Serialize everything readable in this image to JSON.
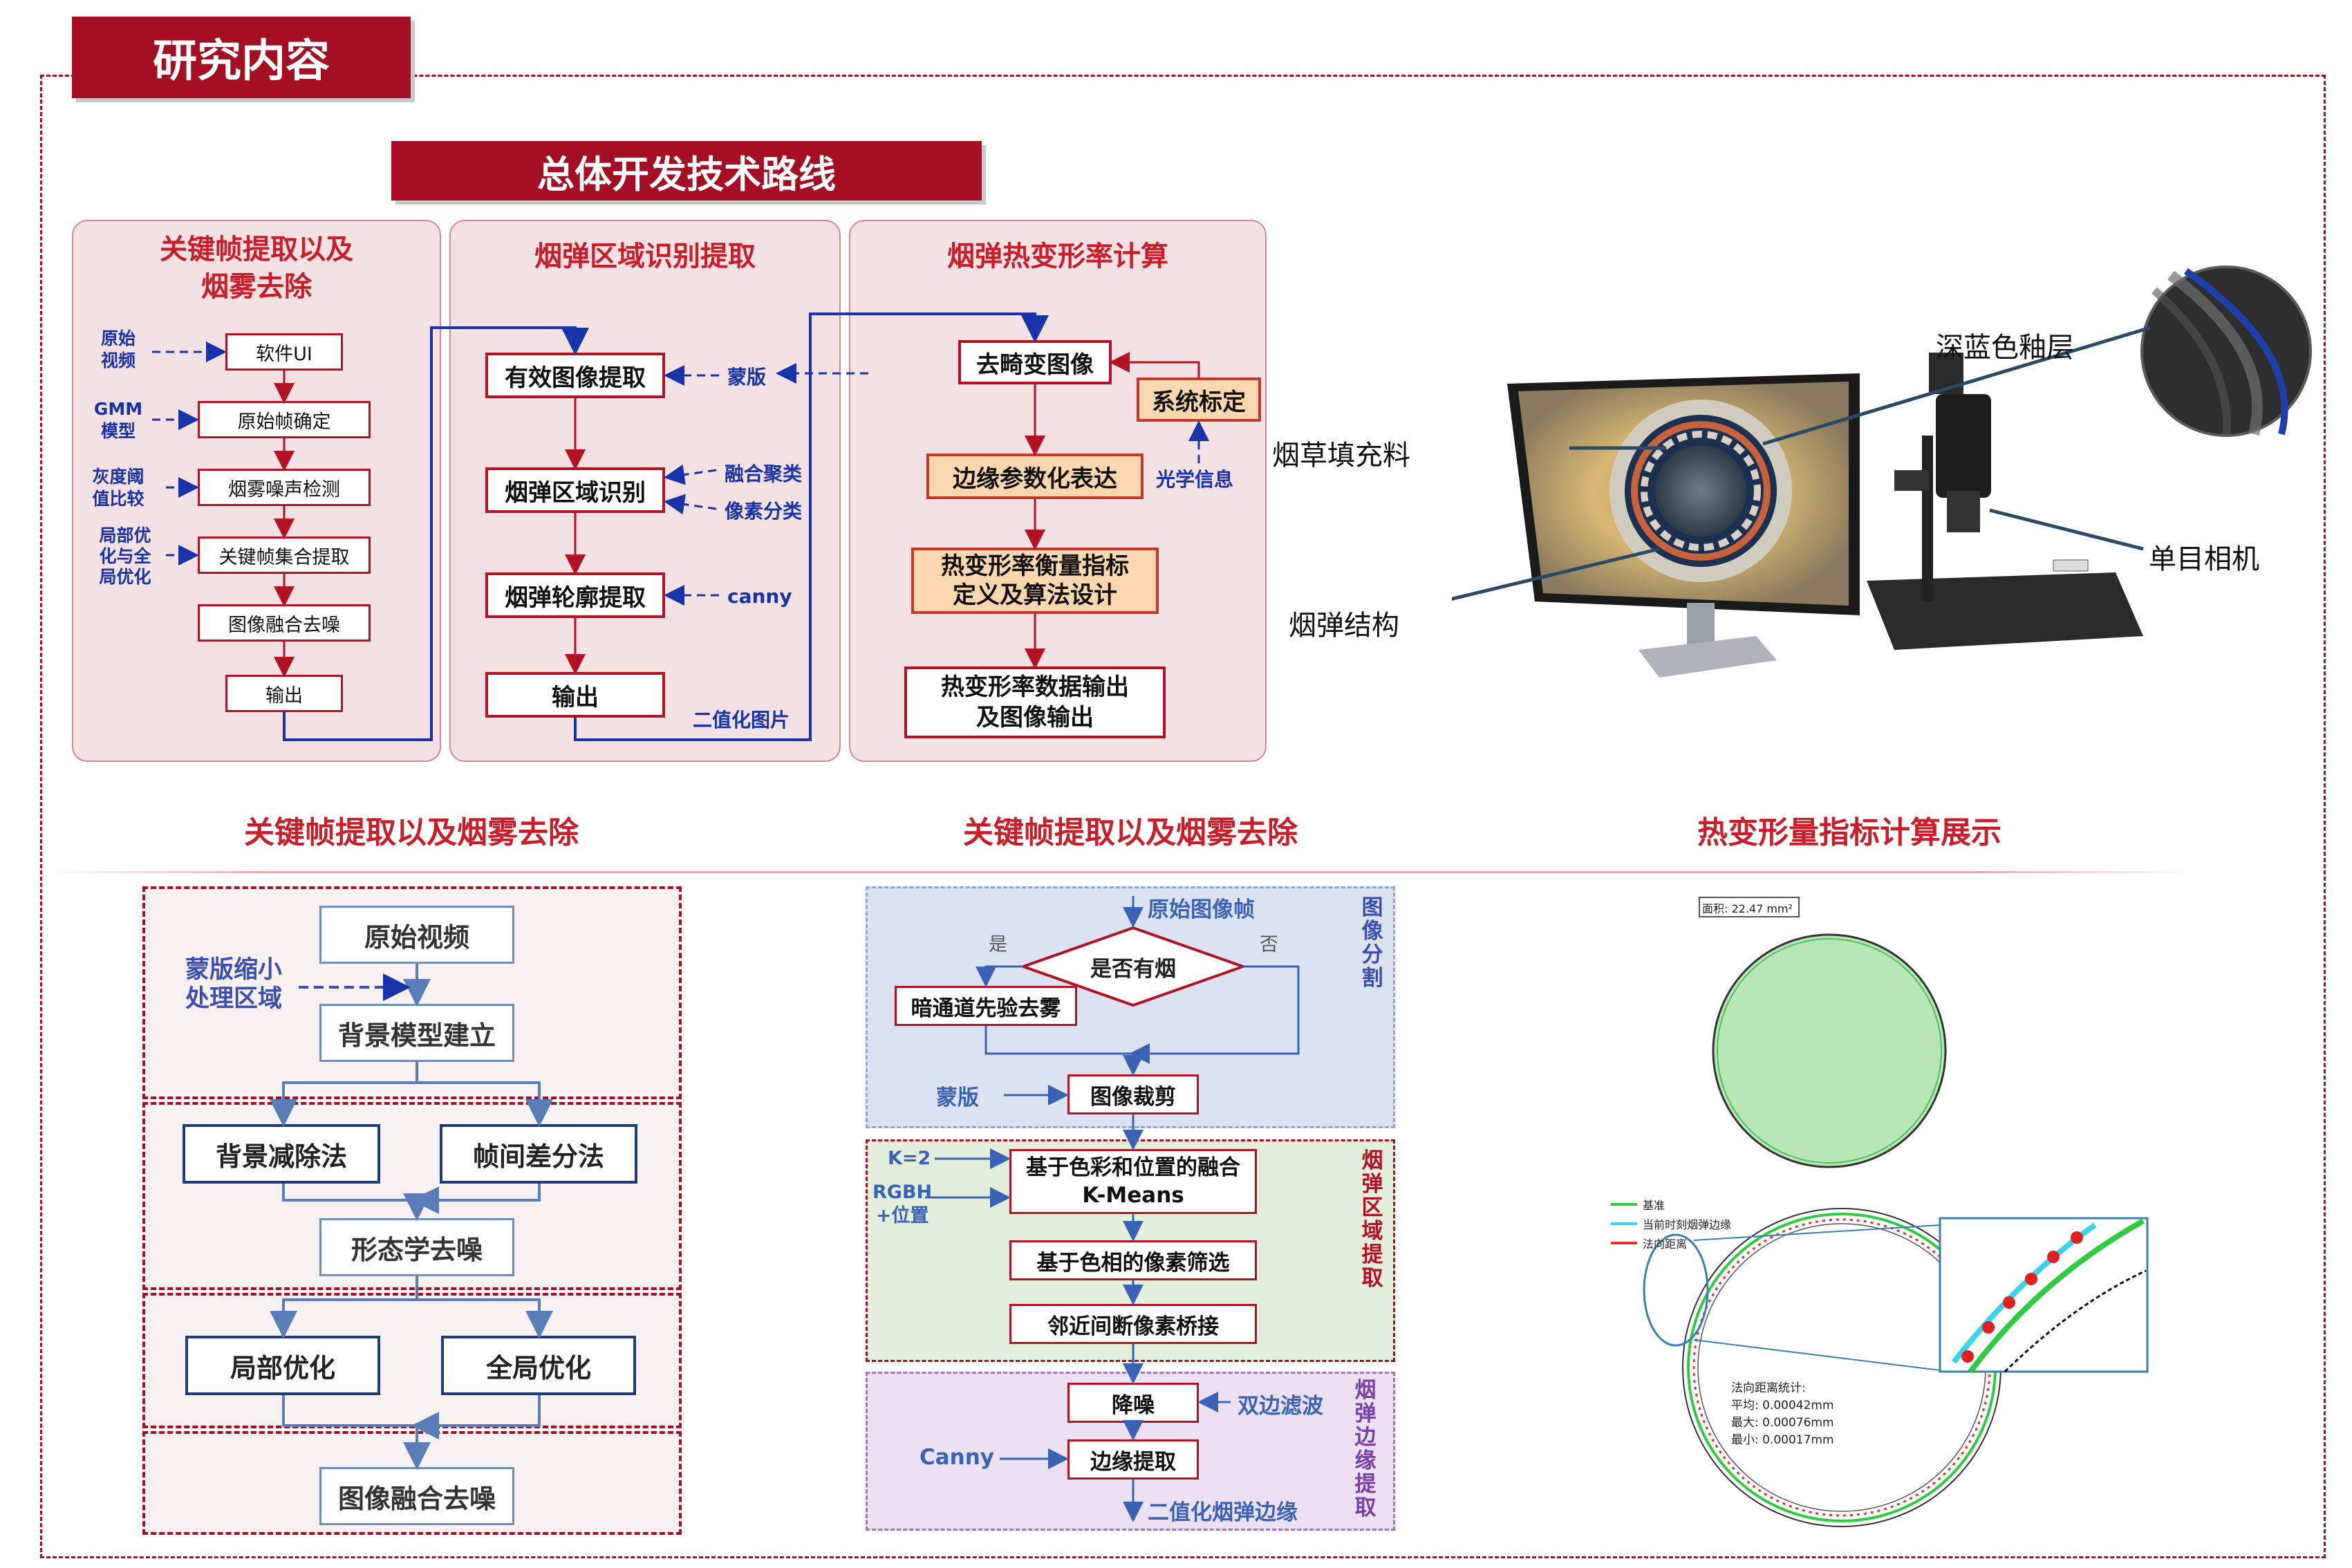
{
  "header": {
    "title": "研究内容"
  },
  "route": {
    "title": "总体开发技术路线"
  },
  "panel1": {
    "title_line1": "关键帧提取以及",
    "title_line2": "烟雾去除",
    "boxes": [
      "软件UI",
      "原始帧确定",
      "烟雾噪声检测",
      "关键帧集合提取",
      "图像融合去噪",
      "输出"
    ],
    "inputs": [
      {
        "l1": "原始",
        "l2": "视频",
        "l3": ""
      },
      {
        "l1": "GMM",
        "l2": "模型",
        "l3": ""
      },
      {
        "l1": "灰度阈",
        "l2": "值比较",
        "l3": ""
      },
      {
        "l1": "局部优",
        "l2": "化与全",
        "l3": "局优化"
      }
    ]
  },
  "panel2": {
    "title": "烟弹区域识别提取",
    "boxes": [
      "有效图像提取",
      "烟弹区域识别",
      "烟弹轮廓提取",
      "输出"
    ],
    "labels": {
      "mask": "蒙版",
      "fusion": "融合聚类",
      "pixel": "像素分类",
      "canny": "canny",
      "binary": "二值化图片"
    }
  },
  "panel3": {
    "title": "烟弹热变形率计算",
    "boxes": {
      "undistort": "去畸变图像",
      "calib": "系统标定",
      "edge": "边缘参数化表达",
      "metric_l1": "热变形率衡量指标",
      "metric_l2": "定义及算法设计",
      "output_l1": "热变形率数据输出",
      "output_l2": "及图像输出"
    },
    "optic": "光学信息"
  },
  "photo": {
    "glaze": "深蓝色釉层",
    "filler": "烟草填充料",
    "camera": "单目相机",
    "structure": "烟弹结构"
  },
  "sections": {
    "left": "关键帧提取以及烟雾去除",
    "middle": "关键帧提取以及烟雾去除",
    "right": "热变形量指标计算展示"
  },
  "left_flow": {
    "src": "原始视频",
    "mask_l1": "蒙版缩小",
    "mask_l2": "处理区域",
    "bg": "背景模型建立",
    "sub": "背景减除法",
    "diff": "帧间差分法",
    "morph": "形态学去噪",
    "local": "局部优化",
    "global": "全局优化",
    "fuse": "图像融合去噪"
  },
  "mid_flow": {
    "seg": {
      "label": "图像分割",
      "start": "原始图像帧",
      "yes": "是",
      "no": "否",
      "decision": "是否有烟",
      "dehaze": "暗通道先验去雾",
      "mask": "蒙版",
      "crop": "图像裁剪"
    },
    "region": {
      "label": "烟弹区域提取",
      "k": "K=2",
      "rgbh1": "RGBH",
      "rgbh2": "+位置",
      "kmeans_l1": "基于色彩和位置的融合",
      "kmeans_l2": "K-Means",
      "hue": "基于色相的像素筛选",
      "bridge": "邻近间断像素桥接"
    },
    "edge": {
      "label": "烟弹边缘提取",
      "denoise": "降噪",
      "bilateral": "双边滤波",
      "canny": "Canny",
      "extract": "边缘提取",
      "out": "二值化烟弹边缘"
    }
  },
  "measure": {
    "area": "面积: 22.47 mm²",
    "legend": [
      "基准",
      "当前时刻烟弹边缘",
      "法向距离"
    ],
    "stats": [
      "法向距离统计:",
      "平均:  0.00042mm",
      "最大:  0.00076mm",
      "最小:  0.00017mm"
    ]
  },
  "colors": {
    "brand": "#a50f24",
    "accent_red": "#c81e2a",
    "flow_blue": "#1832a8"
  }
}
